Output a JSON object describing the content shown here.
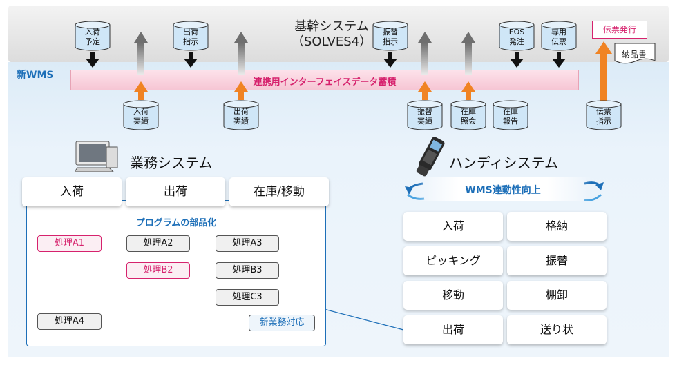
{
  "core_system": {
    "title_line1": "基幹システム",
    "title_line2": "（SOLVES4）"
  },
  "wms_label": "新WMS",
  "link_bar_label": "連携用インターフェイスデータ蓄積",
  "top_cylinders": [
    {
      "line1": "入荷",
      "line2": "予定"
    },
    {
      "line1": "出荷",
      "line2": "指示"
    },
    {
      "line1": "振替",
      "line2": "指示"
    },
    {
      "line1": "EOS",
      "line2": "発注"
    },
    {
      "line1": "専用",
      "line2": "伝票"
    }
  ],
  "bottom_cylinders": [
    {
      "line1": "入荷",
      "line2": "実績"
    },
    {
      "line1": "出荷",
      "line2": "実績"
    },
    {
      "line1": "振替",
      "line2": "実績"
    },
    {
      "line1": "在庫",
      "line2": "照会"
    },
    {
      "line1": "在庫",
      "line2": "報告"
    },
    {
      "line1": "伝票",
      "line2": "指示"
    }
  ],
  "slip_issue_label": "伝票発行",
  "delivery_note_label": "納品書",
  "gyomu": {
    "title": "業務システム",
    "tabs": [
      "入荷",
      "出荷",
      "在庫/移動"
    ],
    "program_label": "プログラムの部品化",
    "processes": {
      "a1": "処理A1",
      "a2": "処理A2",
      "a3": "処理A3",
      "a4": "処理A4",
      "b2": "処理B2",
      "b3": "処理B3",
      "c3": "処理C3",
      "new": "新業務対応"
    }
  },
  "handy": {
    "title": "ハンディシステム",
    "ribbon": "WMS連動性向上",
    "functions": [
      "入荷",
      "格納",
      "ピッキング",
      "振替",
      "移動",
      "棚卸",
      "出荷",
      "送り状"
    ]
  },
  "colors": {
    "accent_blue": "#1d6fb8",
    "accent_pink": "#d6226d",
    "arrow_orange": "#f08323",
    "arrow_gray": "#6f6f6f"
  }
}
